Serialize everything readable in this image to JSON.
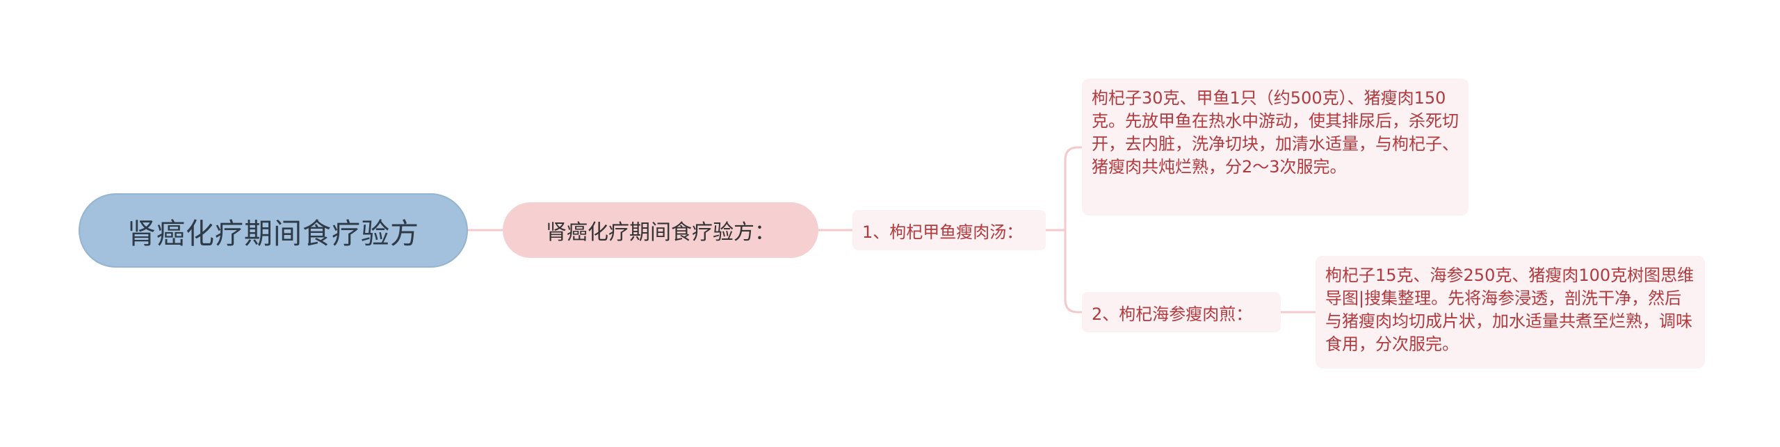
{
  "mindmap": {
    "root": {
      "label": "肾癌化疗期间食疗验方"
    },
    "level1": {
      "label": "肾癌化疗期间食疗验方："
    },
    "branches": [
      {
        "label": "1、枸杞甲鱼瘦肉汤：",
        "detail": "枸杞子30克、甲鱼1只（约500克）、猪瘦肉150克。先放甲鱼在热水中游动，使其排尿后，杀死切开，去内脏，洗净切块，加清水适量，与枸杞子、猪瘦肉共炖烂熟，分2～3次服完。"
      },
      {
        "label": "2、枸杞海参瘦肉煎：",
        "detail": "枸杞子15克、海参250克、猪瘦肉100克树图思维导图|搜集整理。先将海参浸透，剖洗干净，然后与猪瘦肉均切成片状，加水适量共煮至烂熟，调味食用，分次服完。"
      }
    ]
  },
  "colors": {
    "root_fill": "#a3c1dc",
    "level1_fill": "#f6cfd1",
    "leaf_fill": "#fdf2f3",
    "leaf_text": "#b23a3f",
    "connector": "#f4c9cc"
  }
}
